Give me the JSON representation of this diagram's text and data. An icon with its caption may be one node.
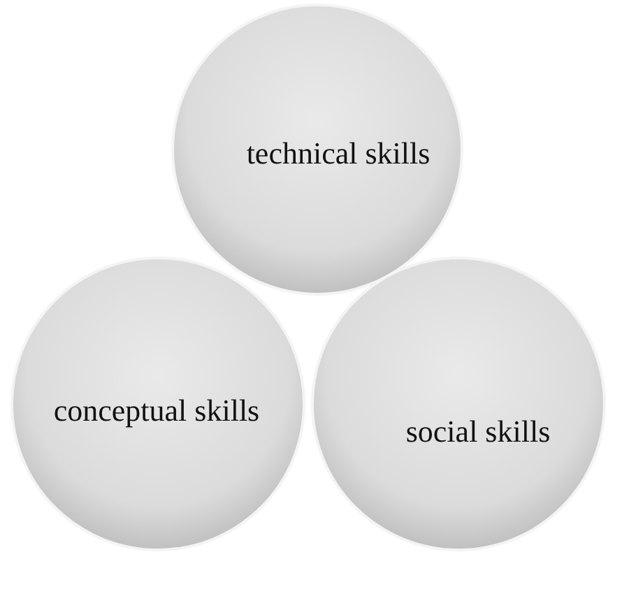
{
  "diagram": {
    "nodes": [
      {
        "text": [
          "technical skills"
        ]
      },
      {
        "text": [
          "conceptual skills"
        ]
      },
      {
        "text": [
          "social skills"
        ]
      }
    ]
  }
}
